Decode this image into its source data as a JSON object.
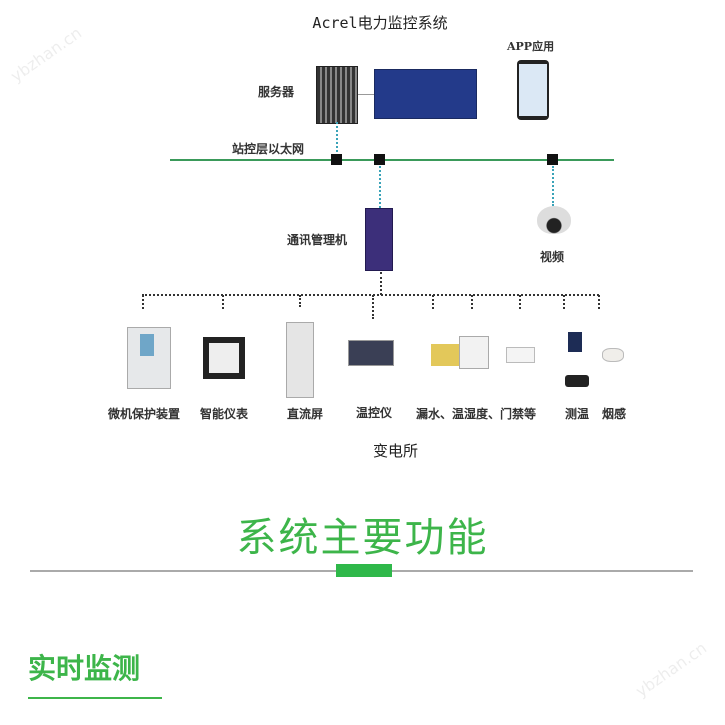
{
  "watermark": "ybzhan.cn",
  "diagram": {
    "title": "Acrel电力监控系统",
    "app_label": "APP应用",
    "server_label": "服务器",
    "ethernet_label": "站控层以太网",
    "comm_manager_label": "通讯管理机",
    "video_label": "视频",
    "devices": [
      {
        "label": "微机保护装置"
      },
      {
        "label": "智能仪表"
      },
      {
        "label": "直流屏"
      },
      {
        "label": "温控仪"
      },
      {
        "label": "漏水、温湿度、门禁等"
      },
      {
        "label": "测温"
      },
      {
        "label": "烟感"
      }
    ],
    "substation_label": "变电所",
    "colors": {
      "network_line": "#3a9a5a",
      "link": "#3aa3b8",
      "accent": "#3db54a"
    }
  },
  "section": {
    "title": "系统主要功能"
  },
  "subsection": {
    "title": "实时监测"
  }
}
